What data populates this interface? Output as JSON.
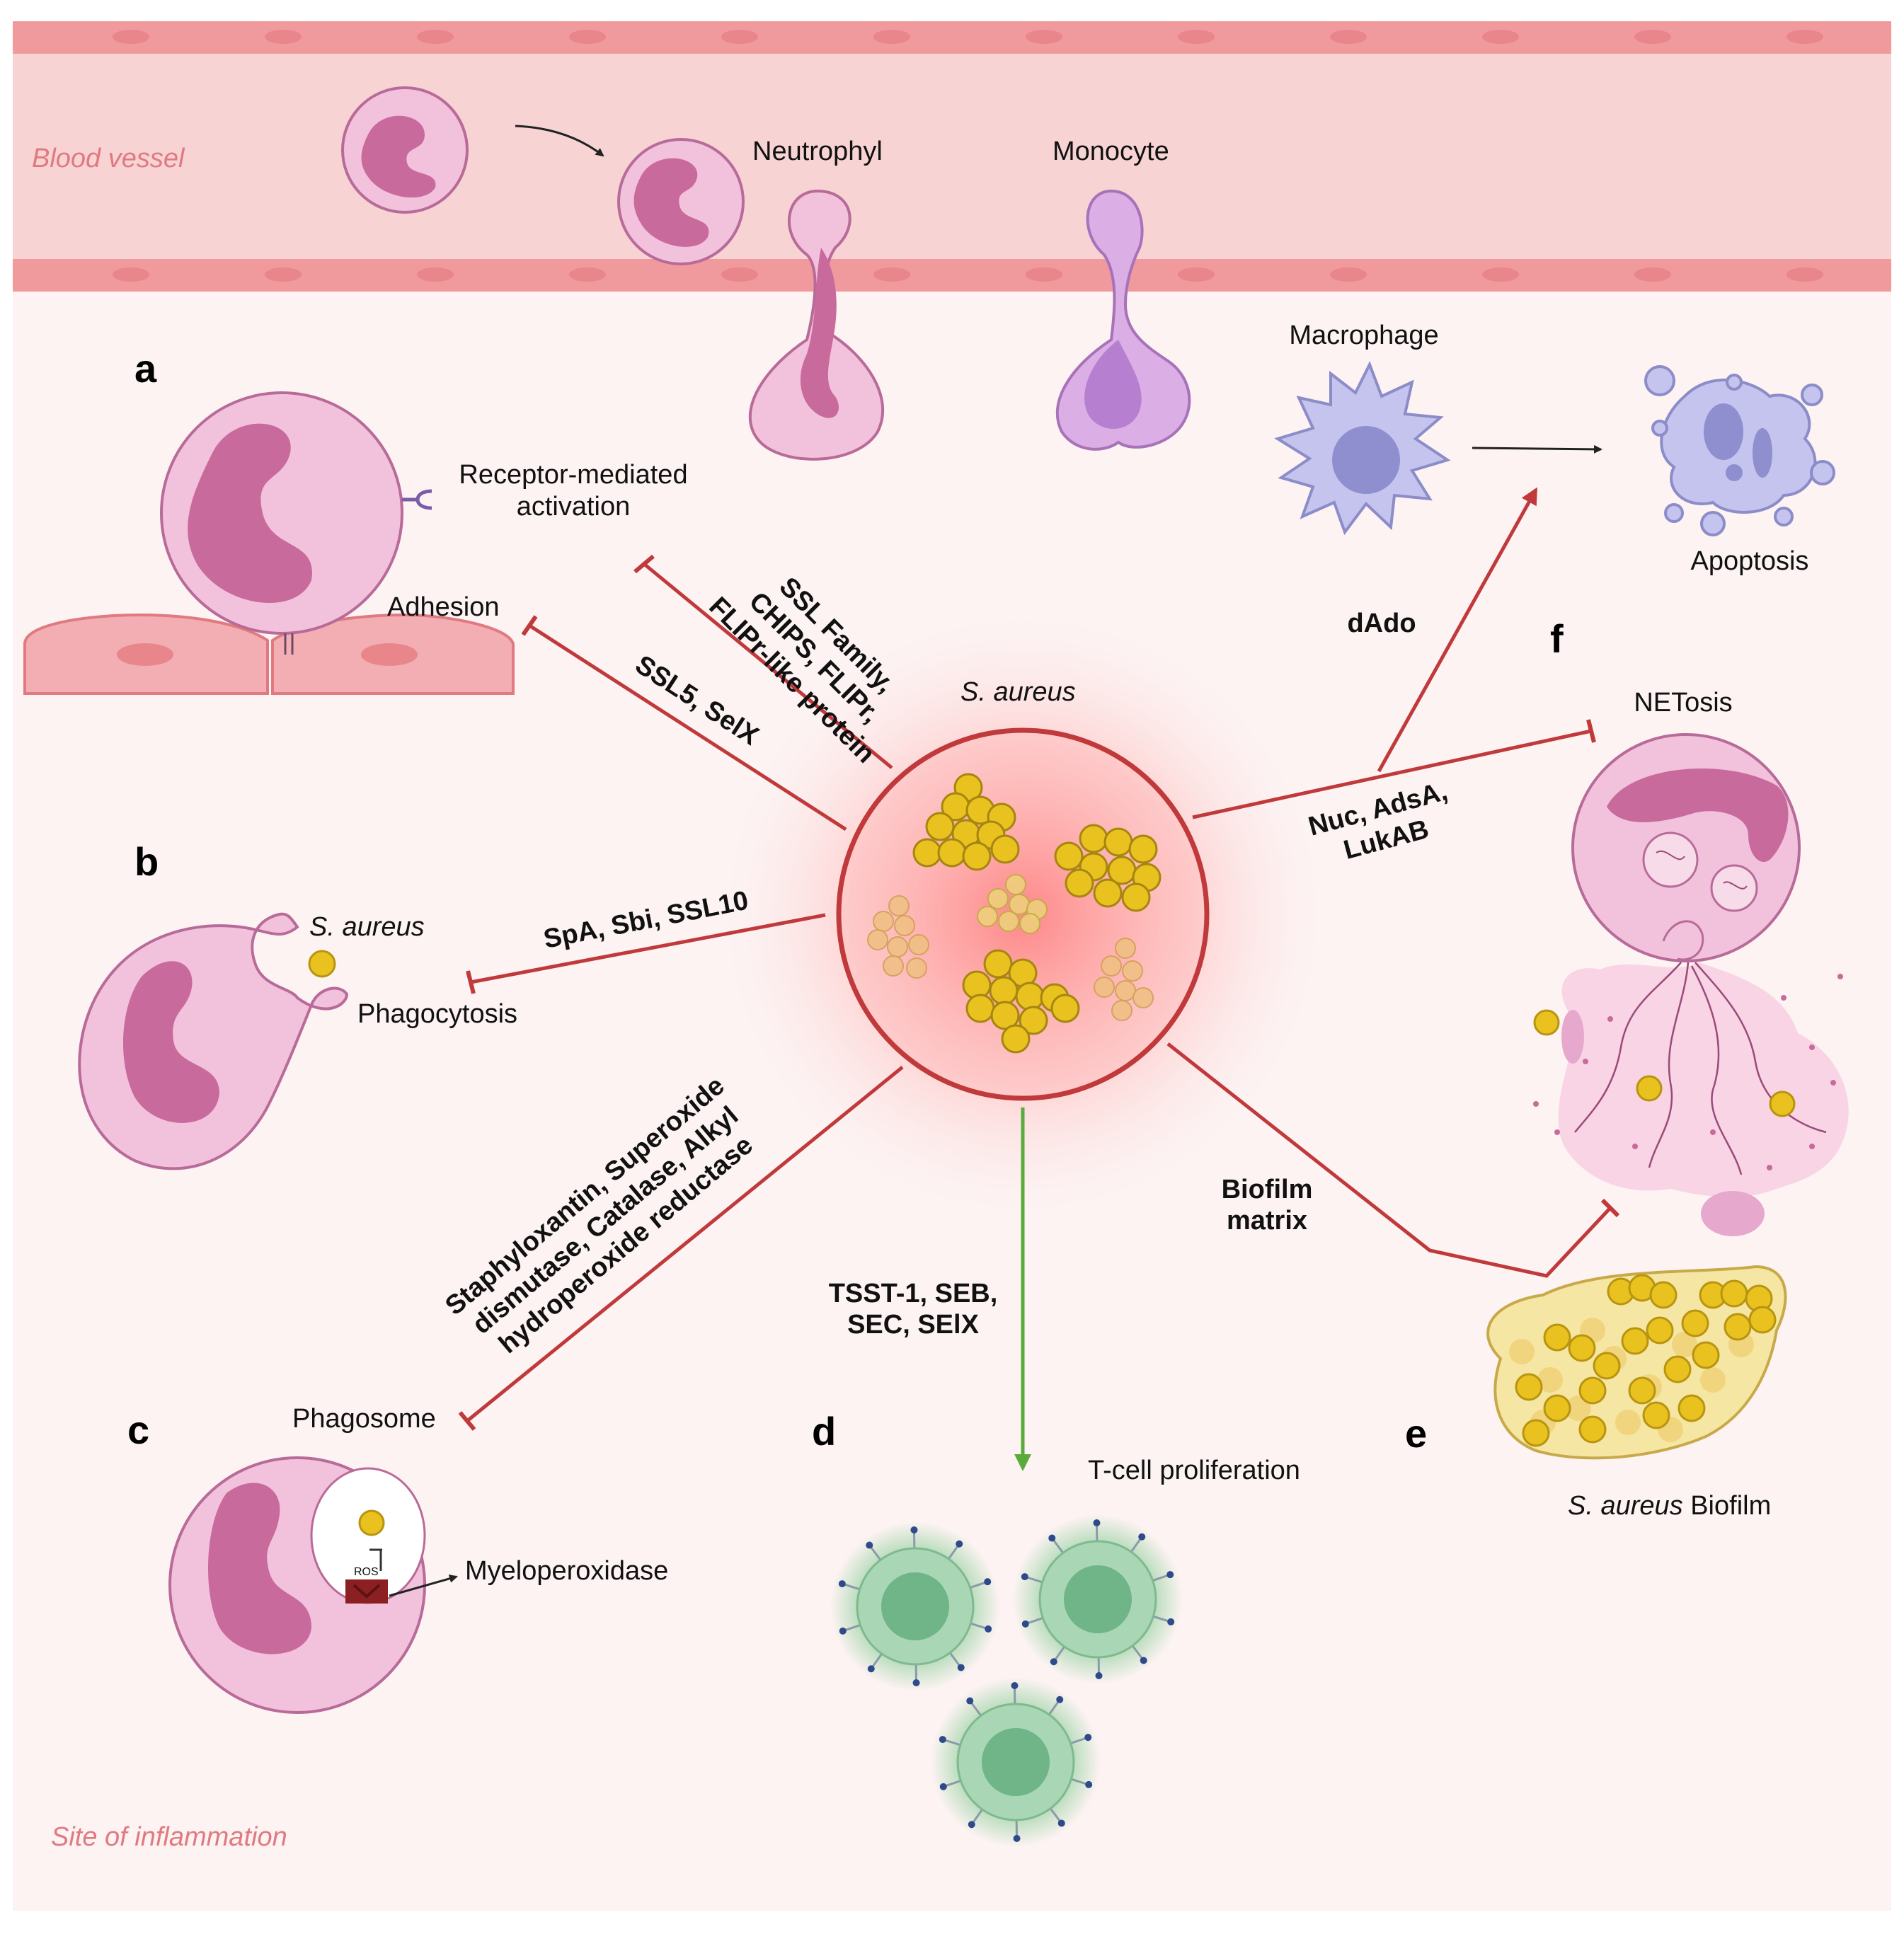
{
  "regions": {
    "blood_vessel": "Blood vessel",
    "inflammation_site": "Site of inflammation"
  },
  "panels": {
    "a": "a",
    "b": "b",
    "c": "c",
    "d": "d",
    "e": "e",
    "f": "f"
  },
  "cells": {
    "neutrophyl": "Neutrophyl",
    "monocyte": "Monocyte",
    "macrophage": "Macrophage",
    "apoptosis": "Apoptosis",
    "s_aureus_center": "S. aureus",
    "s_aureus_b": "S. aureus",
    "netosis": "NETosis",
    "biofilm_species": "S. aureus",
    "biofilm_word": " Biofilm",
    "tcell": "T-cell proliferation"
  },
  "processes": {
    "receptor_line1": "Receptor-mediated",
    "receptor_line2": "activation",
    "adhesion": "Adhesion",
    "phagocytosis": "Phagocytosis",
    "phagosome": "Phagosome",
    "myeloperoxidase": "Myeloperoxidase",
    "ros": "ROS"
  },
  "factors": {
    "ssl_line1": "SSL Family,",
    "ssl_line2": "CHIPS, FLIPr,",
    "ssl_line3": "FLIPr-like protein",
    "ssl5": "SSL5, SelX",
    "spa": "SpA, Sbi, SSL10",
    "staph_line1": "Staphyloxantin, Superoxide",
    "staph_line2": "dismutase, Catalase, Alkyl",
    "staph_line3": "hydroperoxide reductase",
    "tsst_line1": "TSST-1, SEB,",
    "tsst_line2": "SEC, SElX",
    "dado": "dAdo",
    "nuc_line1": "Nuc, AdsA,",
    "nuc_line2": "LukAB",
    "biofilm_line1": "Biofilm",
    "biofilm_line2": "matrix"
  },
  "colors": {
    "vessel": "#f7d3d4",
    "endothelium": "#f09a9e",
    "inflammation_bg": "#fdf3f3",
    "neutrophil": "#f2c2dd",
    "nucleus": "#c96a9c",
    "monocyte": "#dbaee6",
    "macrophage": "#c4c4ee",
    "inhibition": "#c0393b",
    "activation": "#5aab3c",
    "bacteria": "#e9c21f",
    "tcell": "#a9d6b4"
  }
}
